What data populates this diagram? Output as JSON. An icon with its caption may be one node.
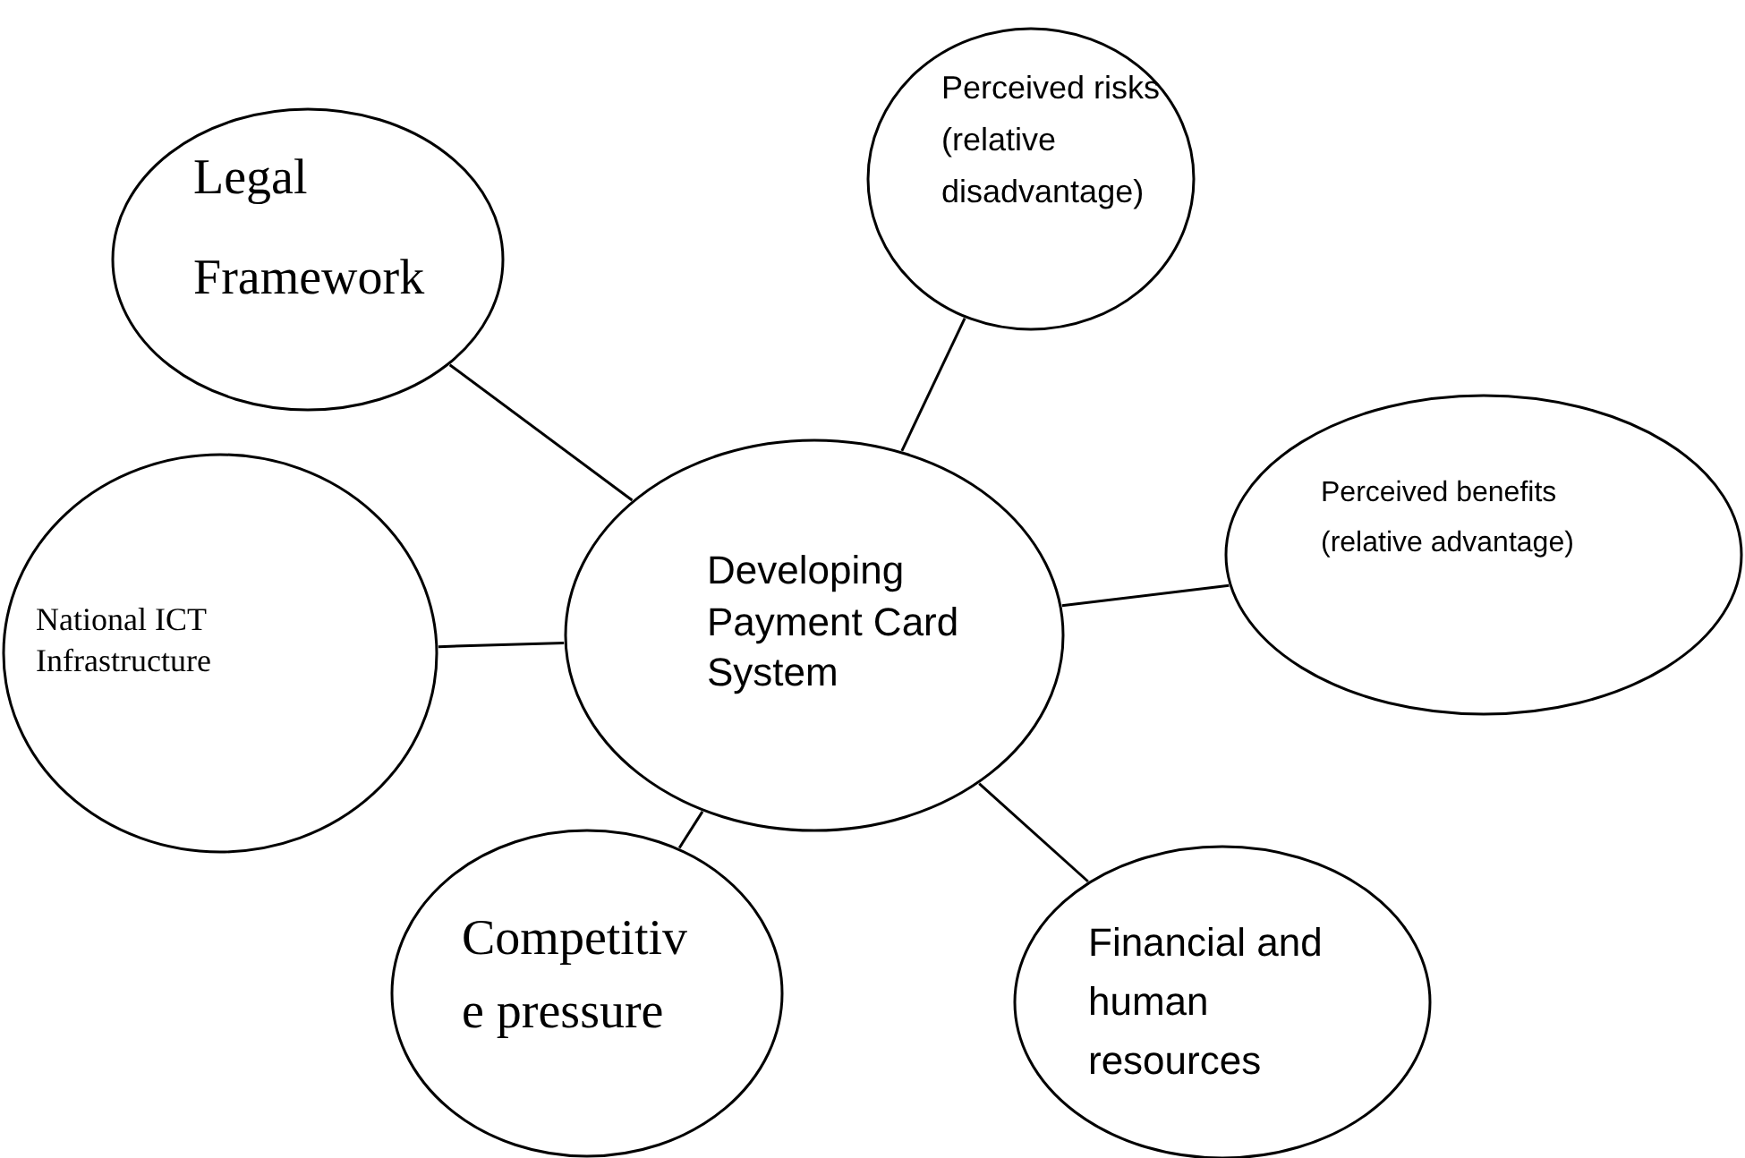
{
  "diagram": {
    "nodes": [
      {
        "text": [
          "Legal Framework"
        ]
      },
      {
        "text": [
          "Perceived risks (relative disadvantage)"
        ]
      },
      {
        "text": [
          "Developing Payment Card System"
        ]
      },
      {
        "text": [
          "Perceived benefits (relative advantage)"
        ]
      },
      {
        "text": [
          "National ICT Infrastructure"
        ]
      },
      {
        "text": [
          "Competitiv e pressure"
        ]
      },
      {
        "text": [
          "Financial and human resources"
        ]
      }
    ],
    "edges": [
      {
        "from": 0,
        "to": 2,
        "arrow": "none"
      },
      {
        "from": 1,
        "to": 2,
        "arrow": "none"
      },
      {
        "from": 3,
        "to": 2,
        "arrow": "none"
      },
      {
        "from": 4,
        "to": 2,
        "arrow": "none"
      },
      {
        "from": 5,
        "to": 2,
        "arrow": "none"
      },
      {
        "from": 6,
        "to": 2,
        "arrow": "none"
      }
    ]
  }
}
